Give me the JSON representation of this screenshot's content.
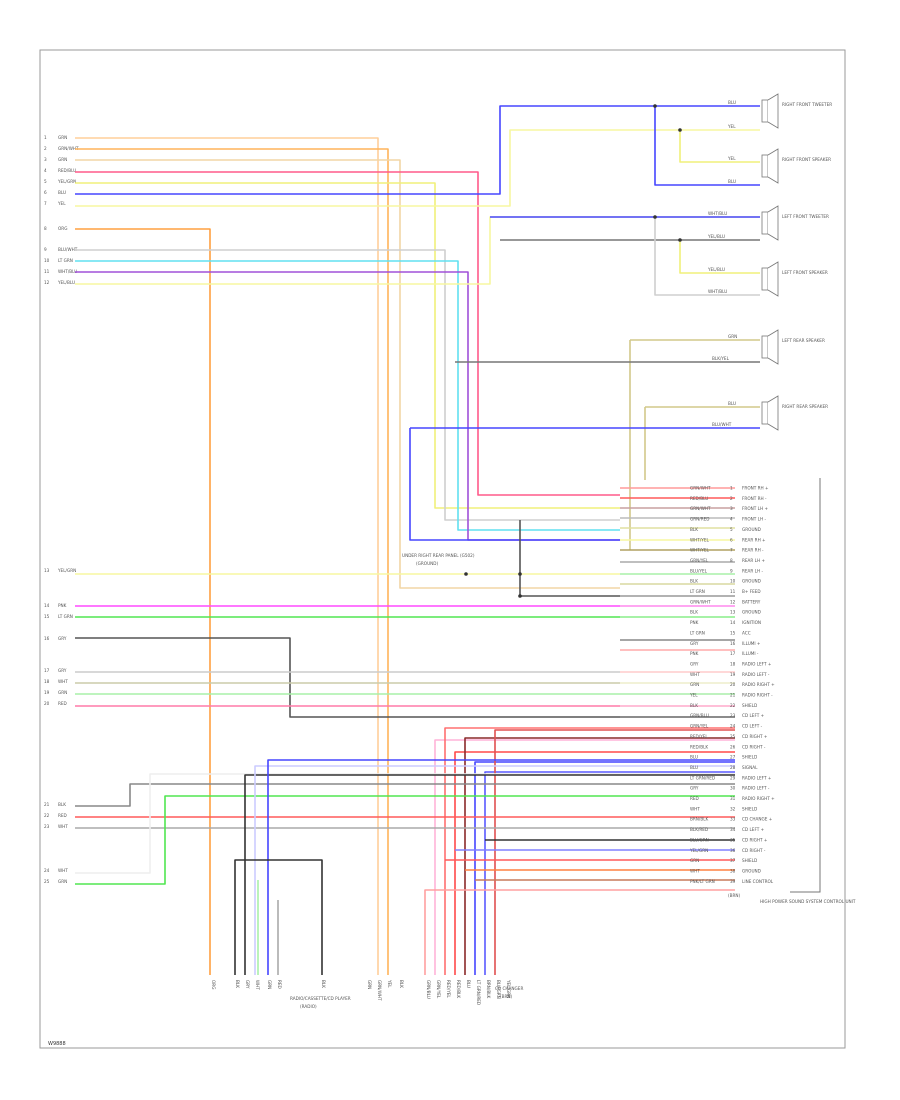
{
  "figure_code": "W9888",
  "colors": {
    "bg": "#ffffff",
    "frame": "#9a9a9a",
    "label": "#555555",
    "wire_blue": "#4646ff",
    "wire_yellow": "#f2f27a",
    "wire_orange": "#ffb45a",
    "wire_tan": "#d2b88a",
    "wire_pink": "#ff7aa8",
    "wire_red": "#ff5a5a",
    "wire_magenta": "#ff4aff",
    "wire_purple": "#a050d8",
    "wire_cyan": "#3ee6e6",
    "wire_green": "#50e650",
    "wire_lime": "#c8f05a",
    "wire_gray": "#a8a8a8",
    "wire_black": "#333333"
  },
  "left_labels": [
    {
      "code": "1",
      "text": "GRN"
    },
    {
      "code": "2",
      "text": "GRN/WHT"
    },
    {
      "code": "3",
      "text": "GRN"
    },
    {
      "code": "4",
      "text": "RED/BLU"
    },
    {
      "code": "5",
      "text": "YEL/GRN"
    },
    {
      "code": "6",
      "text": "BLU"
    },
    {
      "code": "7",
      "text": "YEL"
    },
    {
      "code": "8",
      "text": "ORG"
    },
    {
      "code": "9",
      "text": "BLU/WHT"
    },
    {
      "code": "10",
      "text": "LT GRN"
    },
    {
      "code": "11",
      "text": "WHT/BLU"
    },
    {
      "code": "12",
      "text": "YEL/BLU"
    },
    {
      "code": "13",
      "text": "YEL/GRN"
    },
    {
      "code": "14",
      "text": "PNK"
    },
    {
      "code": "15",
      "text": "LT GRN"
    },
    {
      "code": "16",
      "text": "GRY"
    },
    {
      "code": "17",
      "text": "GRY"
    },
    {
      "code": "18",
      "text": "WHT"
    },
    {
      "code": "19",
      "text": "GRN"
    },
    {
      "code": "20",
      "text": "RED"
    },
    {
      "code": "21",
      "text": "BLK"
    },
    {
      "code": "22",
      "text": "RED"
    },
    {
      "code": "23",
      "text": "WHT"
    },
    {
      "code": "24",
      "text": "WHT"
    },
    {
      "code": "25",
      "text": "GRN"
    }
  ],
  "speakers": [
    {
      "name": "RIGHT FRONT TWEETER",
      "top": "BLU",
      "bottom": "YEL"
    },
    {
      "name": "RIGHT FRONT SPEAKER",
      "top": "YEL",
      "bottom": "BLU"
    },
    {
      "name": "LEFT FRONT TWEETER",
      "top": "WHT/BLU",
      "bottom": "YEL/BLU"
    },
    {
      "name": "LEFT FRONT SPEAKER",
      "top": "YEL/BLU",
      "bottom": "WHT/BLU"
    },
    {
      "name": "LEFT REAR SPEAKER",
      "top": "GRN",
      "bottom": "BLK/YEL"
    },
    {
      "name": "RIGHT REAR SPEAKER",
      "top": "BLU",
      "bottom": "BLU/WHT"
    }
  ],
  "amp_pins": [
    {
      "color": "GRN/WHT",
      "num": "1",
      "func": "FRONT RH +"
    },
    {
      "color": "RED/BLU",
      "num": "2",
      "func": "FRONT RH -"
    },
    {
      "color": "GRN/WHT",
      "num": "3",
      "func": "FRONT LH +"
    },
    {
      "color": "GRN/RED",
      "num": "4",
      "func": "FRONT LH -"
    },
    {
      "color": "BLK",
      "num": "5",
      "func": "GROUND"
    },
    {
      "color": "WHT/YEL",
      "num": "6",
      "func": "REAR RH +"
    },
    {
      "color": "WHT/YEL",
      "num": "7",
      "func": "REAR RH -"
    },
    {
      "color": "GRN/YEL",
      "num": "8",
      "func": "REAR LH +"
    },
    {
      "color": "BLU/YEL",
      "num": "9",
      "func": "REAR LH -"
    },
    {
      "color": "BLK",
      "num": "10",
      "func": "GROUND"
    },
    {
      "color": "LT GRN",
      "num": "11",
      "func": "B+ FEED"
    },
    {
      "color": "GRN/WHT",
      "num": "12",
      "func": "BATTERY"
    },
    {
      "color": "BLK",
      "num": "13",
      "func": "GROUND"
    },
    {
      "color": "PNK",
      "num": "14",
      "func": "IGNITION"
    },
    {
      "color": "LT GRN",
      "num": "15",
      "func": "ACC"
    },
    {
      "color": "GRY",
      "num": "16",
      "func": "ILLUMI +"
    },
    {
      "color": "PNK",
      "num": "17",
      "func": "ILLUMI -"
    },
    {
      "color": "GRY",
      "num": "18",
      "func": "RADIO LEFT +"
    },
    {
      "color": "WHT",
      "num": "19",
      "func": "RADIO LEFT -"
    },
    {
      "color": "GRN",
      "num": "20",
      "func": "RADIO RIGHT +"
    },
    {
      "color": "YEL",
      "num": "21",
      "func": "RADIO RIGHT -"
    },
    {
      "color": "BLK",
      "num": "22",
      "func": "SHIELD"
    },
    {
      "color": "GRN/BLU",
      "num": "23",
      "func": "CD LEFT +"
    },
    {
      "color": "GRN/YEL",
      "num": "24",
      "func": "CD LEFT -"
    },
    {
      "color": "RED/YEL",
      "num": "25",
      "func": "CD RIGHT +"
    },
    {
      "color": "RED/BLK",
      "num": "26",
      "func": "CD RIGHT -"
    },
    {
      "color": "BLU",
      "num": "27",
      "func": "SHIELD"
    },
    {
      "color": "BLU",
      "num": "28",
      "func": "SIGNAL"
    },
    {
      "color": "LT GRN/RED",
      "num": "29",
      "func": "RADIO LEFT +"
    },
    {
      "color": "GRY",
      "num": "30",
      "func": "RADIO LEFT -"
    },
    {
      "color": "RED",
      "num": "31",
      "func": "RADIO RIGHT +"
    },
    {
      "color": "WHT",
      "num": "32",
      "func": "SHIELD"
    },
    {
      "color": "BRN/BLK",
      "num": "33",
      "func": "CD CHANGE +"
    },
    {
      "color": "BLK/RED",
      "num": "34",
      "func": "CD LEFT +"
    },
    {
      "color": "BLU/GRN",
      "num": "35",
      "func": "CD RIGHT +"
    },
    {
      "color": "YEL/GRN",
      "num": "36",
      "func": "CD RIGHT -"
    },
    {
      "color": "GRN",
      "num": "37",
      "func": "SHIELD"
    },
    {
      "color": "WHT",
      "num": "38",
      "func": "GROUND"
    },
    {
      "color": "PNK/LT GRN",
      "num": "39",
      "func": "LINE CONTROL"
    }
  ],
  "amp_label": "HIGH POWER SOUND SYSTEM CONTROL UNIT",
  "amp_connector": "(BRN)",
  "ground_note": "UNDER RIGHT REAR PANEL (G502)",
  "ground_note2": "(GROUND)",
  "bottom_left_label": "RADIO/CASSETTE/CD PLAYER",
  "bottom_left_sub": "(RADIO)",
  "bottom_right_label": "CD CHANGER",
  "bottom_right_sub": "(BRN)",
  "vertical_pin_labels_left": [
    "ORG",
    "BLK",
    "GRY",
    "WHT",
    "GRN",
    "RED",
    "BLK"
  ],
  "vertical_pin_labels_mid": [
    "GRN",
    "GRN/WHT",
    "YEL",
    "BLK"
  ],
  "vertical_pin_labels_right": [
    "GRN/BLU",
    "GRN/YEL",
    "RED/YEL",
    "RED/BLK",
    "BLU",
    "LT GRN/RED",
    "BRN/BLK",
    "BLU/GRN",
    "YEL/GRN"
  ]
}
